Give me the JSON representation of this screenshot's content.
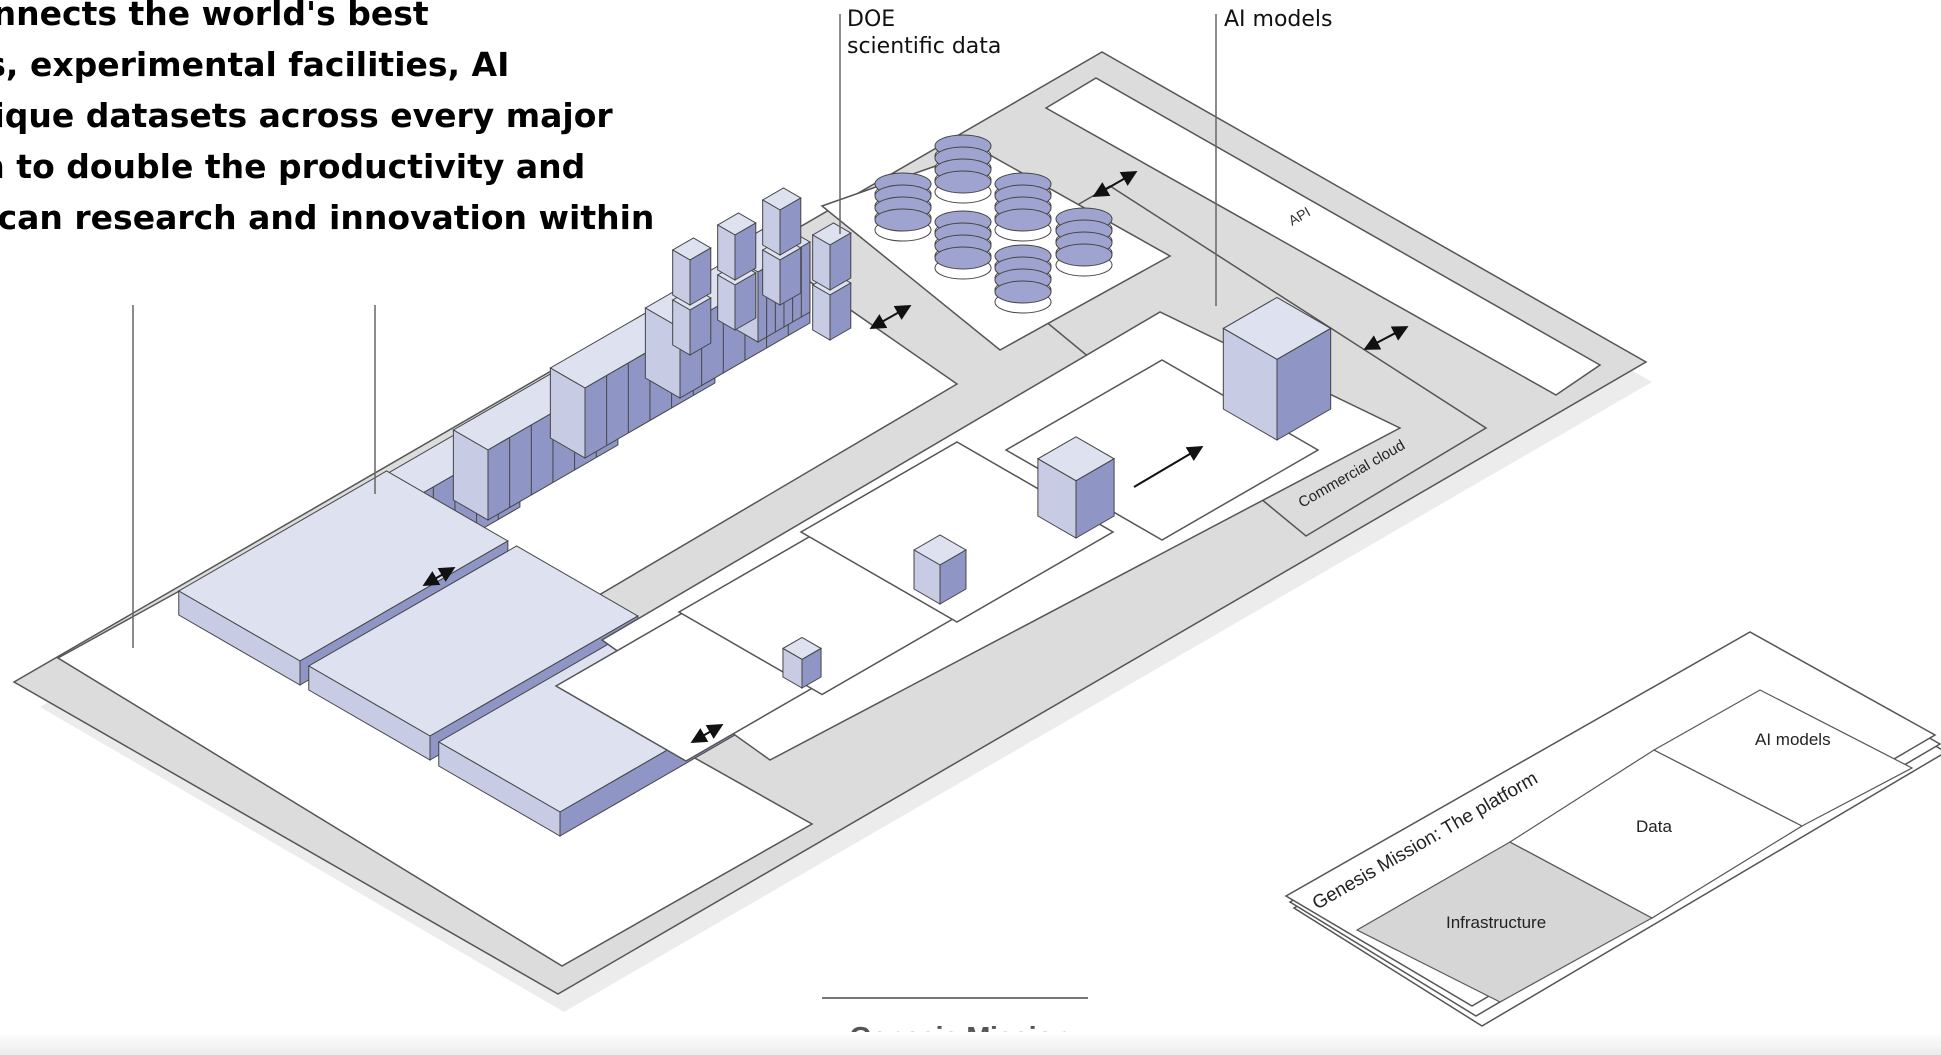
{
  "intro_lines": [
    "onnects the world's best",
    "rs, experimental facilities, AI",
    "nique datasets across every major",
    "in to double the productivity and",
    "rican research and innovation within"
  ],
  "callouts": {
    "doe_data": [
      "DOE",
      "scientific data"
    ],
    "ai_models": "AI models"
  },
  "labels": {
    "api": "API",
    "commercial_cloud": "Commercial cloud"
  },
  "legend": {
    "title": "Genesis Mission: The platform",
    "layers": [
      "AI models",
      "Data",
      "Infrastructure"
    ]
  },
  "footer": "Genesis Mission",
  "colors": {
    "platform": "#dcdcdc",
    "panel": "#ffffff",
    "box_top": "#dde1f0",
    "box_left": "#c7cbe3",
    "box_right": "#8f96c6",
    "disk": "#9ea4cf",
    "infrastructure": "#d6d6d6"
  },
  "icons": [
    "double-arrow-icon",
    "arrow-icon",
    "database-icon",
    "supercomputer-rack-icon",
    "model-cube-icon"
  ]
}
